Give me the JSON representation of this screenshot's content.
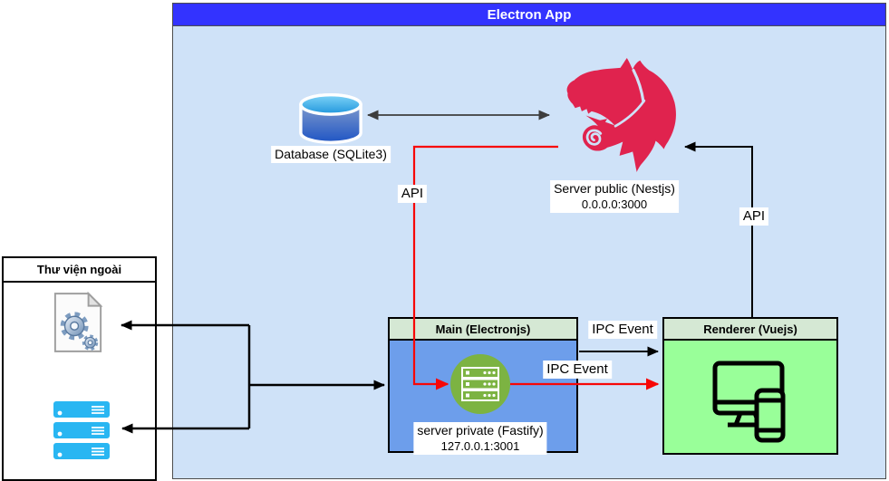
{
  "diagram": {
    "title": "Electron App",
    "external": {
      "header": "Thư viện ngoài"
    },
    "database": {
      "label": "Database (SQLite3)"
    },
    "server_public": {
      "line1": "Server public (Nestjs)",
      "line2": "0.0.0.0:3000"
    },
    "main": {
      "header": "Main (Electronjs)",
      "line1": "server private (Fastify)",
      "line2": "127.0.0.1:3001"
    },
    "renderer": {
      "header": "Renderer (Vuejs)"
    },
    "labels": {
      "api_left": "API",
      "api_right": "API",
      "ipc_main_to_renderer": "IPC Event",
      "ipc_fastify_to_renderer": "IPC Event"
    },
    "icons": {
      "database": "database-cylinder-icon",
      "nestjs": "nestjs-logo",
      "gear_document": "gear-document-icon",
      "server_stack": "cyan-server-stack-icon",
      "private_server": "green-circle-server-icon",
      "devices": "monitor-and-phone-icon"
    },
    "colors": {
      "titlebar_blue": "#3333ff",
      "container_bg": "#cfe2f8",
      "main_body_blue": "#6d9eeb",
      "renderer_green": "#99ff99",
      "box_header_green": "#d5e8d4",
      "nest_red": "#e0234e",
      "arrow_red": "#f70707",
      "circle_green": "#7cb342",
      "server_cyan": "#29b6f2"
    }
  }
}
